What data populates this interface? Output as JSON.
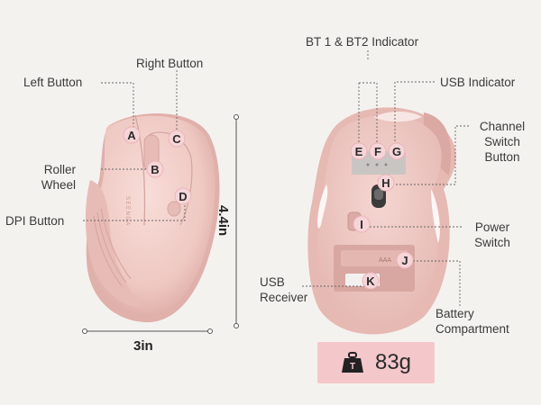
{
  "labels": {
    "left_button": "Left Button",
    "right_button": "Right Button",
    "roller_wheel_1": "Roller",
    "roller_wheel_2": "Wheel",
    "dpi_button": "DPI Button",
    "bt_indicator": "BT 1 & BT2 Indicator",
    "usb_indicator": "USB Indicator",
    "channel_switch_1": "Channel",
    "channel_switch_2": "Switch",
    "channel_switch_3": "Button",
    "power_switch_1": "Power",
    "power_switch_2": "Switch",
    "usb_receiver_1": "USB",
    "usb_receiver_2": "Receiver",
    "battery_1": "Battery",
    "battery_2": "Compartment"
  },
  "markers": {
    "A": "A",
    "B": "B",
    "C": "C",
    "D": "D",
    "E": "E",
    "F": "F",
    "G": "G",
    "H": "H",
    "I": "I",
    "J": "J",
    "K": "K"
  },
  "dimensions": {
    "width": "3in",
    "height": "4.4in"
  },
  "weight": "83g",
  "weight_icon_letter": "T",
  "mouse_brand_text": "SEENDA",
  "battery_text": "AAA",
  "colors": {
    "mouse_body": "#f0cdc8",
    "mouse_shadow": "#e3b3ad",
    "marker_fill": "#f6d5d8",
    "badge": "#f4c7cb",
    "background": "#f4f2ef"
  }
}
